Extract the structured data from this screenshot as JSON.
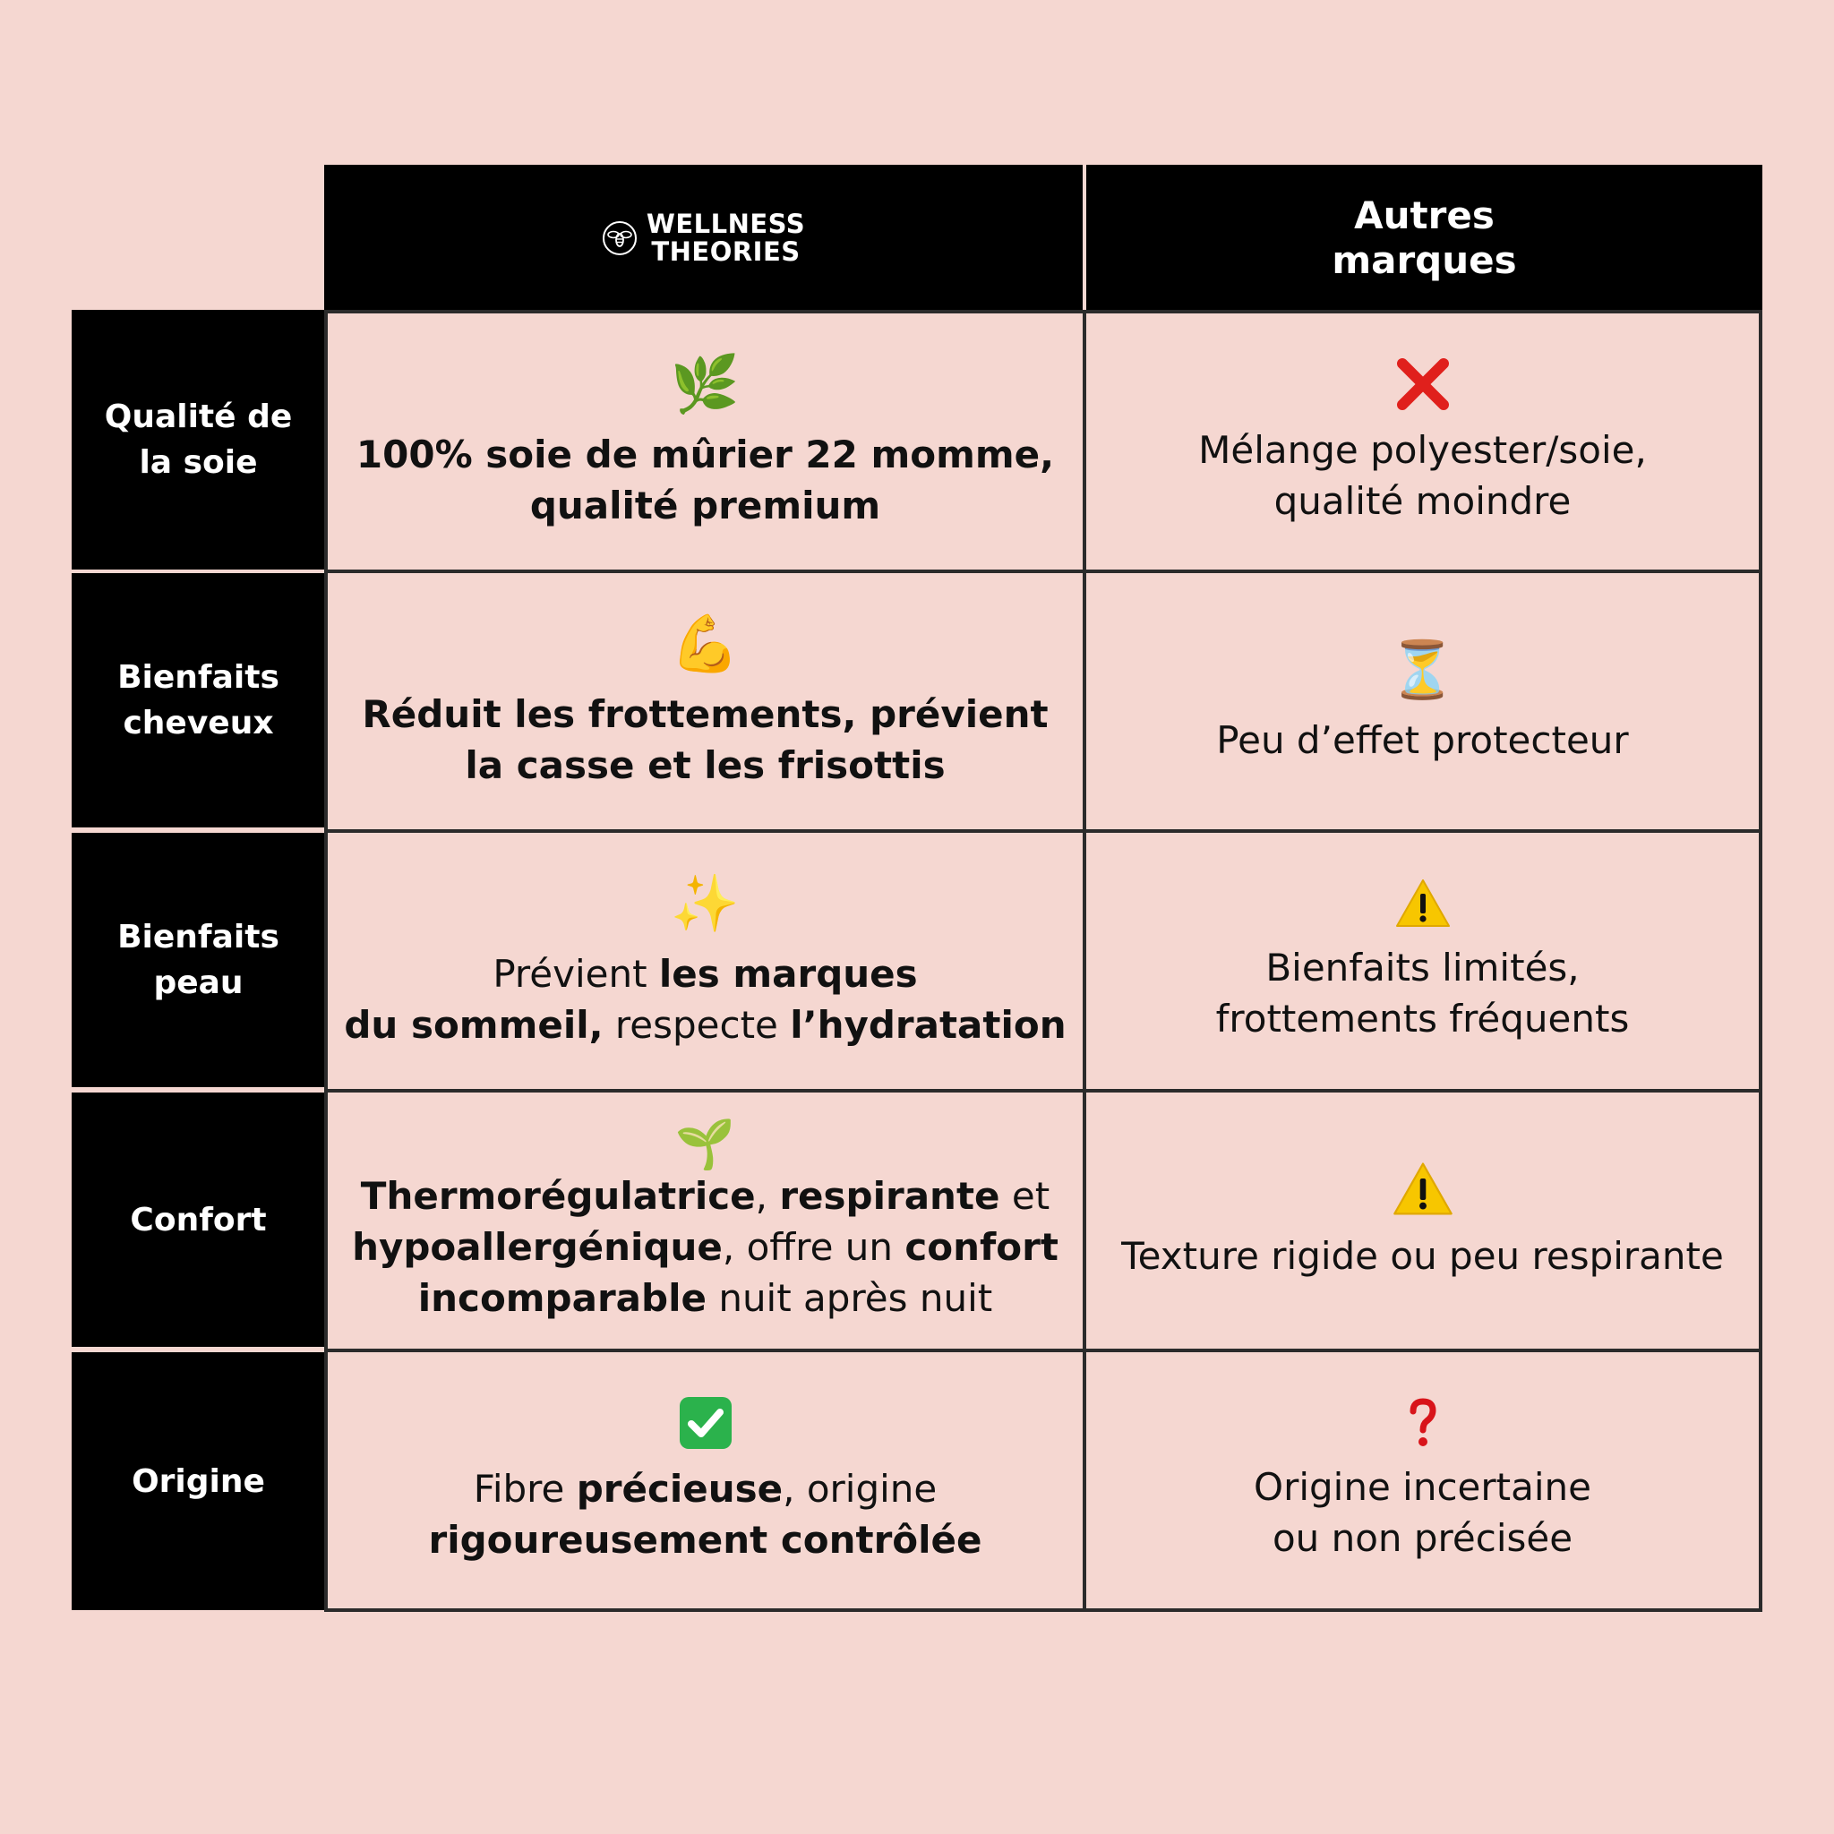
{
  "header": {
    "brand_line1": "WELLNESS",
    "brand_line2": "THEORIES",
    "other_brands": "Autres marques"
  },
  "rows": [
    {
      "label": "Qualité de la soie",
      "ours_icon": "herb-icon",
      "ours_line1": "100% soie de mûrier 22 momme,",
      "ours_line2": "qualité premium",
      "theirs_icon": "cross-mark-icon",
      "theirs_line1": "Mélange polyester/soie,",
      "theirs_line2": "qualité moindre"
    },
    {
      "label": "Bienfaits cheveux",
      "ours_icon": "flexed-biceps-icon",
      "ours_line1": "Réduit les frottements, prévient",
      "ours_line2": "la casse et les frisottis",
      "theirs_icon": "hourglass-icon",
      "theirs_line1": "Peu d’effet protecteur"
    },
    {
      "label": "Bienfaits peau",
      "ours_icon": "sparkles-icon",
      "ours_l1_a": "Prévient ",
      "ours_l1_b": "les marques",
      "ours_l2_a": "du sommeil,",
      "ours_l2_b": " respecte ",
      "ours_l2_c": "l’hydratation",
      "theirs_icon": "warning-icon",
      "theirs_line1": "Bienfaits limités,",
      "theirs_line2": "frottements fréquents"
    },
    {
      "label": "Confort",
      "ours_icon": "seedling-icon",
      "ours_l1_a": "Thermorégulatrice",
      "ours_l1_b": ", ",
      "ours_l1_c": "respirante",
      "ours_l1_d": " et",
      "ours_l2_a": "hypoallergénique",
      "ours_l2_b": ", offre un ",
      "ours_l2_c": "confort",
      "ours_l3_a": "incomparable",
      "ours_l3_b": " nuit après nuit",
      "theirs_icon": "warning-icon",
      "theirs_line1": "Texture rigide ou peu respirante"
    },
    {
      "label": "Origine",
      "ours_icon": "check-mark-button-icon",
      "ours_l1_a": "Fibre ",
      "ours_l1_b": "précieuse",
      "ours_l1_c": ", origine",
      "ours_l2_a": "rigoureusement contrôlée",
      "theirs_icon": "question-mark-icon",
      "theirs_line1": "Origine incertaine",
      "theirs_line2": "ou non précisée"
    }
  ],
  "colors": {
    "background": "#f5d7d1",
    "header": "#000000",
    "cross": "#e0201c",
    "question": "#d8141a",
    "check": "#2bb24c",
    "warning": "#f7c600"
  }
}
